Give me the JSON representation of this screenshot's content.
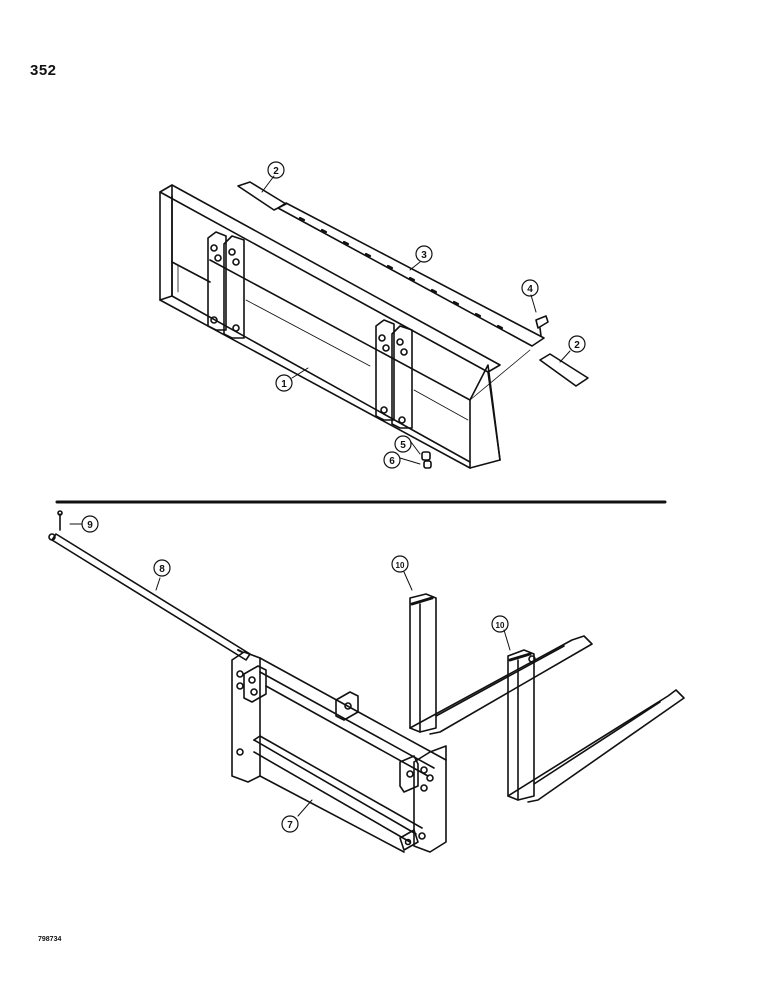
{
  "page": {
    "number": "352",
    "figure_code": "798734"
  },
  "callouts": {
    "c1": "1",
    "c2a": "2",
    "c2b": "2",
    "c3": "3",
    "c4": "4",
    "c5": "5",
    "c6": "6",
    "c7": "7",
    "c8": "8",
    "c9": "9",
    "c10a": "10",
    "c10b": "10"
  },
  "colors": {
    "line": "#111111",
    "background": "#ffffff"
  }
}
